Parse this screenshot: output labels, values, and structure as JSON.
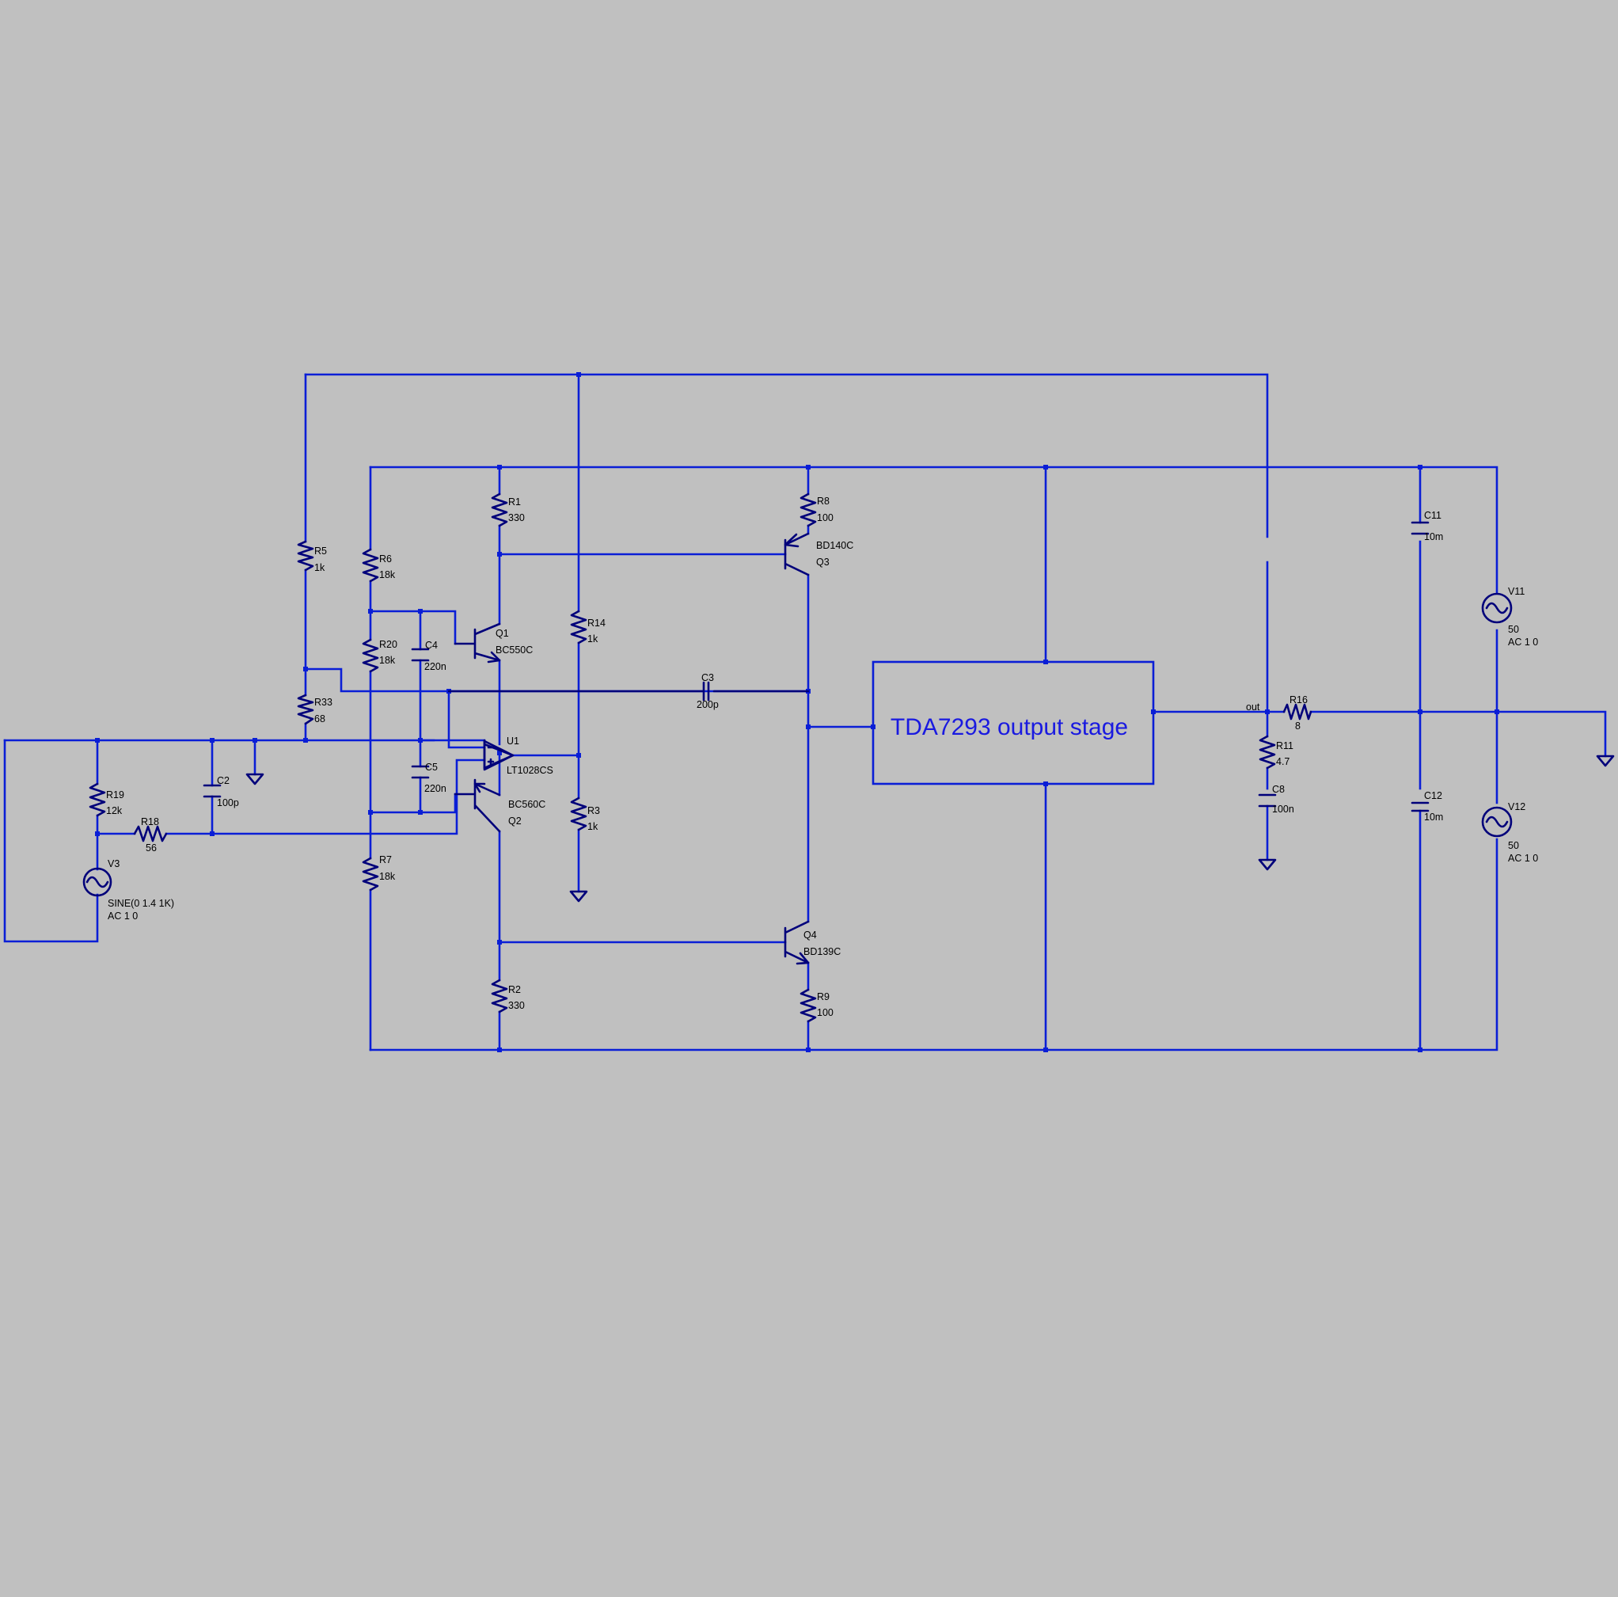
{
  "schematic": {
    "colors": {
      "background": "#c0c0c0",
      "wire": "#0a1ed6",
      "component": "#00007a",
      "label": "#000000",
      "block_text": "#1a1ae0"
    },
    "block": {
      "label": "TDA7293 output stage"
    },
    "net_labels": {
      "out": "out"
    },
    "components": {
      "R1": {
        "ref": "R1",
        "value": "330"
      },
      "R2": {
        "ref": "R2",
        "value": "330"
      },
      "R3": {
        "ref": "R3",
        "value": "1k"
      },
      "R5": {
        "ref": "R5",
        "value": "1k"
      },
      "R6": {
        "ref": "R6",
        "value": "18k"
      },
      "R7": {
        "ref": "R7",
        "value": "18k"
      },
      "R8": {
        "ref": "R8",
        "value": "100"
      },
      "R9": {
        "ref": "R9",
        "value": "100"
      },
      "R11": {
        "ref": "R11",
        "value": "4.7"
      },
      "R14": {
        "ref": "R14",
        "value": "1k"
      },
      "R16": {
        "ref": "R16",
        "value": "8"
      },
      "R18": {
        "ref": "R18",
        "value": "56"
      },
      "R19": {
        "ref": "R19",
        "value": "12k"
      },
      "R20": {
        "ref": "R20",
        "value": "18k"
      },
      "R33": {
        "ref": "R33",
        "value": "68"
      },
      "C2": {
        "ref": "C2",
        "value": "100p"
      },
      "C3": {
        "ref": "C3",
        "value": "200p"
      },
      "C4": {
        "ref": "C4",
        "value": "220n"
      },
      "C5": {
        "ref": "C5",
        "value": "220n"
      },
      "C8": {
        "ref": "C8",
        "value": "100n"
      },
      "C11": {
        "ref": "C11",
        "value": "10m"
      },
      "C12": {
        "ref": "C12",
        "value": "10m"
      },
      "Q1": {
        "ref": "Q1",
        "value": "BC550C"
      },
      "Q2": {
        "ref": "Q2",
        "value": "BC560C"
      },
      "Q3": {
        "ref": "Q3",
        "value": "BD140C"
      },
      "Q4": {
        "ref": "Q4",
        "value": "BD139C"
      },
      "U1": {
        "ref": "U1",
        "value": "LT1028CS"
      },
      "V3": {
        "ref": "V3",
        "value": "SINE(0 1.4 1K)",
        "ac": "AC 1 0"
      },
      "V11": {
        "ref": "V11",
        "value": "50",
        "ac": "AC 1 0"
      },
      "V12": {
        "ref": "V12",
        "value": "50",
        "ac": "AC 1 0"
      }
    }
  }
}
